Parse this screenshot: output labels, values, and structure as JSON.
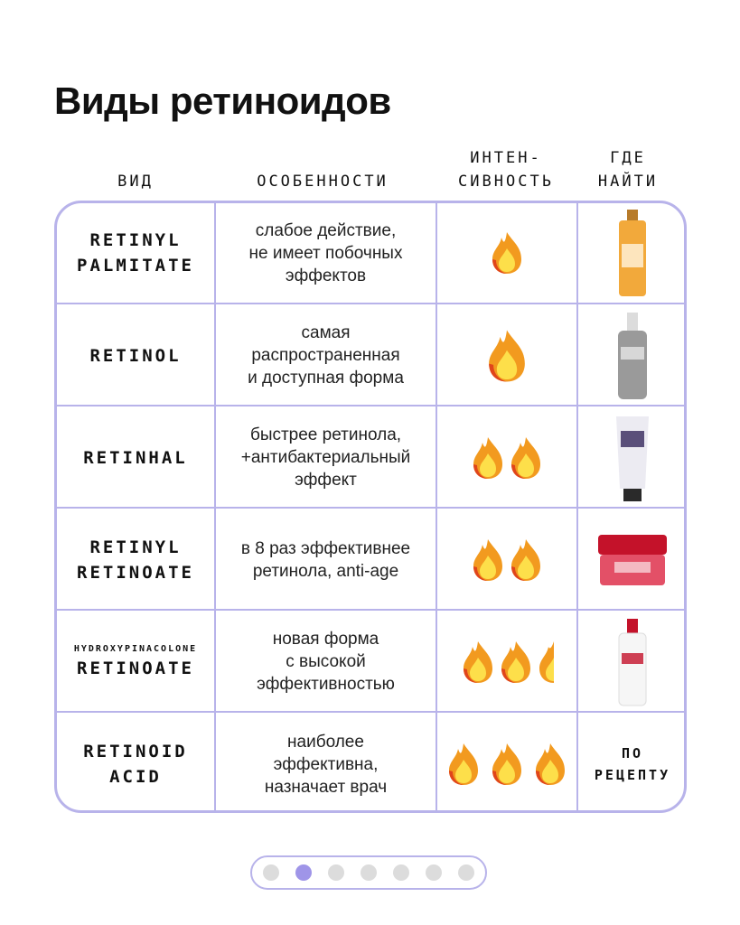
{
  "title": "Виды ретиноидов",
  "headers": {
    "type": "ВИД",
    "features": "ОСОБЕННОСТИ",
    "intensity_line1": "ИНТЕН-",
    "intensity_line2": "СИВНОСТЬ",
    "where_line1": "ГДЕ",
    "where_line2": "НАЙТИ"
  },
  "rows": [
    {
      "type_small": "",
      "type_line1": "RETINYL",
      "type_line2": "PALMITATE",
      "feat_line1": "слабое действие,",
      "feat_line2": "не имеет побочных",
      "feat_line3": "эффектов",
      "intensity": 1,
      "where": "product-toner-bottle"
    },
    {
      "type_small": "",
      "type_line1": "RETINOL",
      "type_line2": "",
      "feat_line1": "самая",
      "feat_line2": "распространенная",
      "feat_line3": "и доступная форма",
      "intensity": 1,
      "where": "product-serum-bottle"
    },
    {
      "type_small": "",
      "type_line1": "RETINHAL",
      "type_line2": "",
      "feat_line1": "быстрее ретинола,",
      "feat_line2": "+антибактериальный",
      "feat_line3": "эффект",
      "intensity": 2,
      "where": "product-cream-tube"
    },
    {
      "type_small": "",
      "type_line1": "RETINYL",
      "type_line2": "RETINOATE",
      "feat_line1": "в 8 раз эффективнее",
      "feat_line2": "ретинола, anti-age",
      "feat_line3": "",
      "intensity": 2,
      "where": "product-cream-jar"
    },
    {
      "type_small": "HYDROXYPINACOLONE",
      "type_line1": "RETINOATE",
      "type_line2": "",
      "feat_line1": "новая форма",
      "feat_line2": "с высокой",
      "feat_line3": "эффективностью",
      "intensity": 2.5,
      "where": "product-ampoule-bottle"
    },
    {
      "type_small": "",
      "type_line1": "RETINOID",
      "type_line2": "ACID",
      "feat_line1": "наиболее",
      "feat_line2": "эффективна,",
      "feat_line3": "назначает врач",
      "intensity": 3,
      "where_line1": "ПО",
      "where_line2": "РЕЦЕПТУ"
    }
  ],
  "pager": {
    "count": 7,
    "active_index": 1
  },
  "colors": {
    "border": "#b8b3ea",
    "accent": "#9f95e8",
    "fire_outer": "#f29a1f",
    "fire_inner": "#fddf4a",
    "fire_base": "#e0451b"
  }
}
